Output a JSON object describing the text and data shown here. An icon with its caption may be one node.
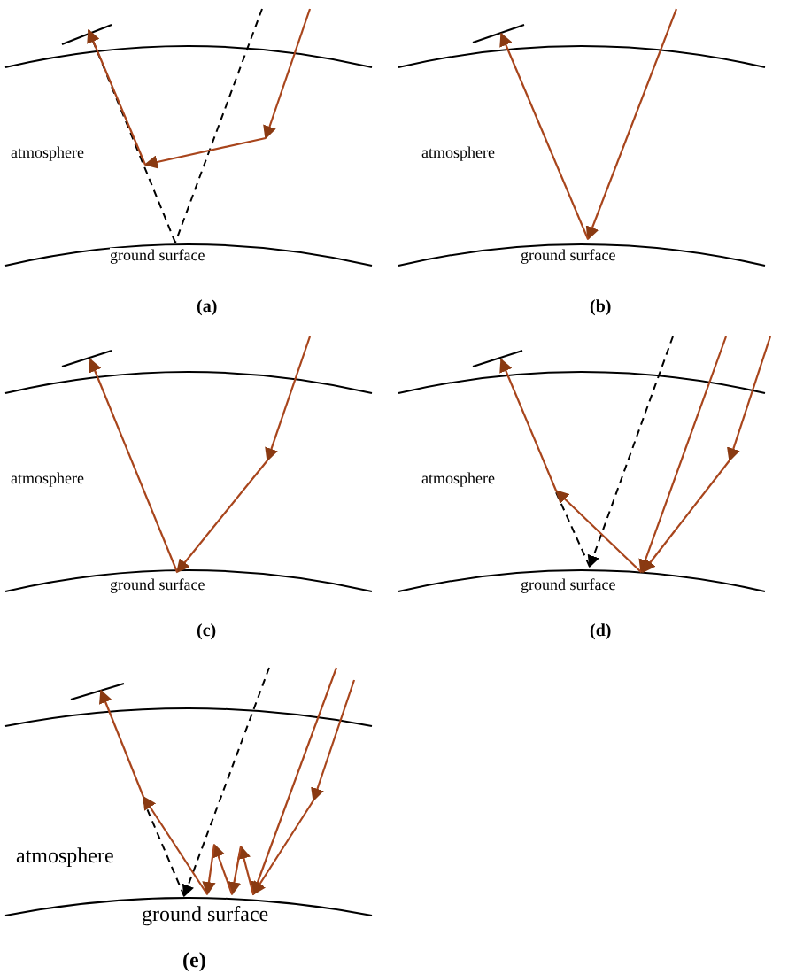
{
  "diagram": {
    "labels": [
      "atmosphere",
      "ground surface",
      "(a)",
      "atmosphere",
      "ground surface",
      "(b)",
      "atmosphere",
      "ground surface",
      "(c)",
      "atmosphere",
      "ground surface",
      "(d)",
      "atmosphere",
      "ground surface",
      "(e)"
    ]
  }
}
